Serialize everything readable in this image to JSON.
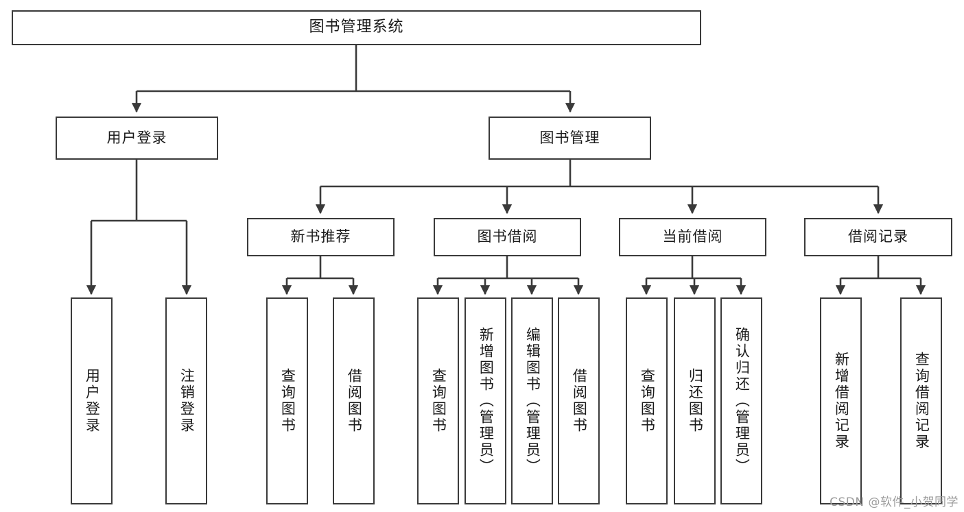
{
  "diagram": {
    "title": "图书管理系统",
    "type": "tree-hierarchy-diagram",
    "watermark": "CSDN @软件_小贺同学",
    "colors": {
      "box_border": "#3a3a3a",
      "box_fill": "#ffffff",
      "connector": "#3a3a3a",
      "text": "#1a1a1a",
      "watermark": "#9c9c9c",
      "background": "#ffffff"
    },
    "root": {
      "label": "图书管理系统"
    },
    "level2": [
      {
        "id": "user-login",
        "label": "用户登录"
      },
      {
        "id": "book-management",
        "label": "图书管理"
      }
    ],
    "level3": [
      {
        "id": "new-book-recommend",
        "label": "新书推荐"
      },
      {
        "id": "book-borrow",
        "label": "图书借阅"
      },
      {
        "id": "current-borrow",
        "label": "当前借阅"
      },
      {
        "id": "borrow-record",
        "label": "借阅记录"
      }
    ],
    "leaves": {
      "user_login": [
        {
          "id": "leaf-user-login",
          "label": "用户登录"
        },
        {
          "id": "leaf-user-logout",
          "label": "注销登录"
        }
      ],
      "new_book_recommend": [
        {
          "id": "leaf-query-book-1",
          "label": "查询图书"
        },
        {
          "id": "leaf-borrow-book-1",
          "label": "借阅图书"
        }
      ],
      "book_borrow": [
        {
          "id": "leaf-query-book-2",
          "label": "查询图书"
        },
        {
          "id": "leaf-add-book",
          "label": "新增图书（管理员）"
        },
        {
          "id": "leaf-edit-book",
          "label": "编辑图书（管理员）"
        },
        {
          "id": "leaf-borrow-book-2",
          "label": "借阅图书"
        }
      ],
      "current_borrow": [
        {
          "id": "leaf-query-book-3",
          "label": "查询图书"
        },
        {
          "id": "leaf-return-book",
          "label": "归还图书"
        },
        {
          "id": "leaf-confirm-return",
          "label": "确认归还（管理员）"
        }
      ],
      "borrow_record": [
        {
          "id": "leaf-add-record",
          "label": "新增借阅记录"
        },
        {
          "id": "leaf-query-record",
          "label": "查询借阅记录"
        }
      ]
    }
  }
}
